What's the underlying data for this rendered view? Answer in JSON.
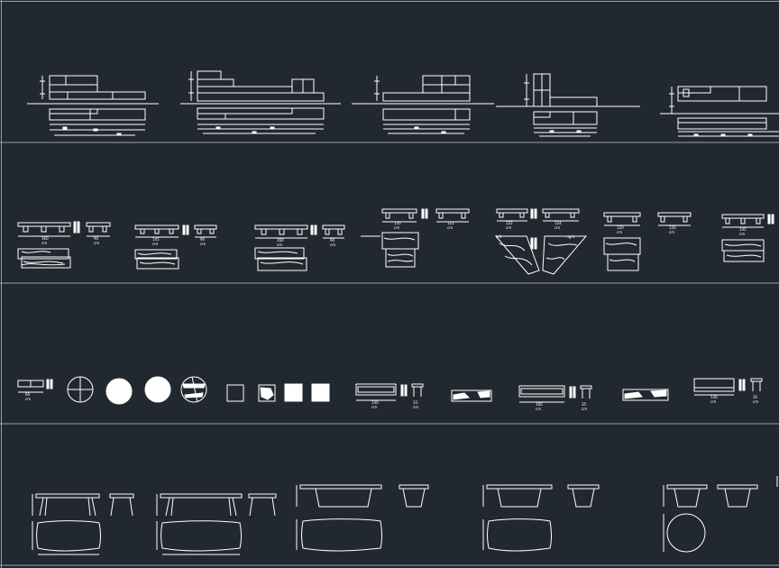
{
  "drawing": {
    "background": "#212830",
    "line_color": "#ffffff",
    "divider_color": "#9aa1aa"
  },
  "labels": {
    "cm": "cm",
    "left": "left",
    "right": "right",
    "d160": "160",
    "d90": "90",
    "d145": "145",
    "d135": "135",
    "d124": "124",
    "d122": "122",
    "d120": "120",
    "d140": "140",
    "d60": "60",
    "d35": "35",
    "d33": "33"
  }
}
